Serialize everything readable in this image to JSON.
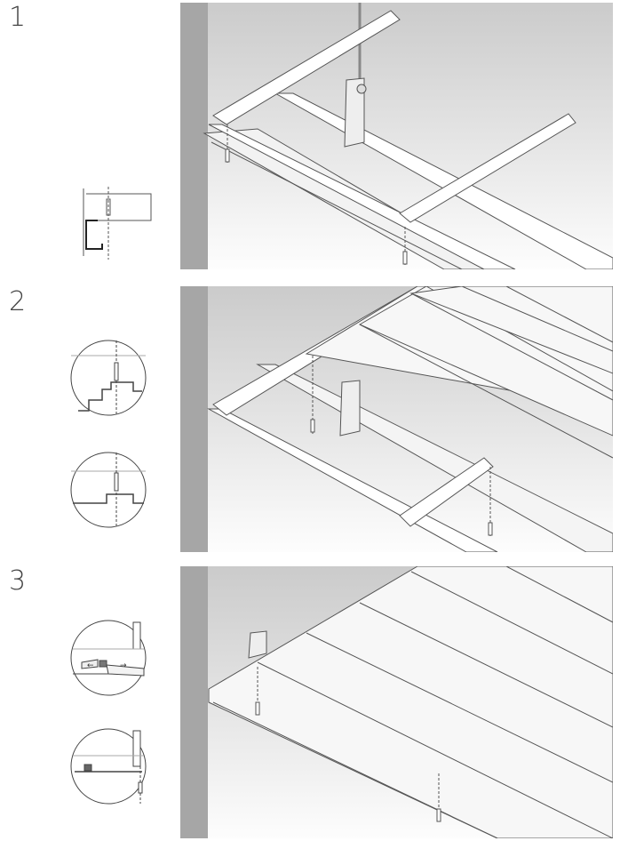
{
  "steps": [
    {
      "number": "1"
    },
    {
      "number": "2"
    },
    {
      "number": "3"
    }
  ],
  "colors": {
    "wall": "#a6a6a6",
    "ceiling_top": "#cdcdcd",
    "ceiling_bottom": "#ffffff",
    "line": "#555555"
  }
}
